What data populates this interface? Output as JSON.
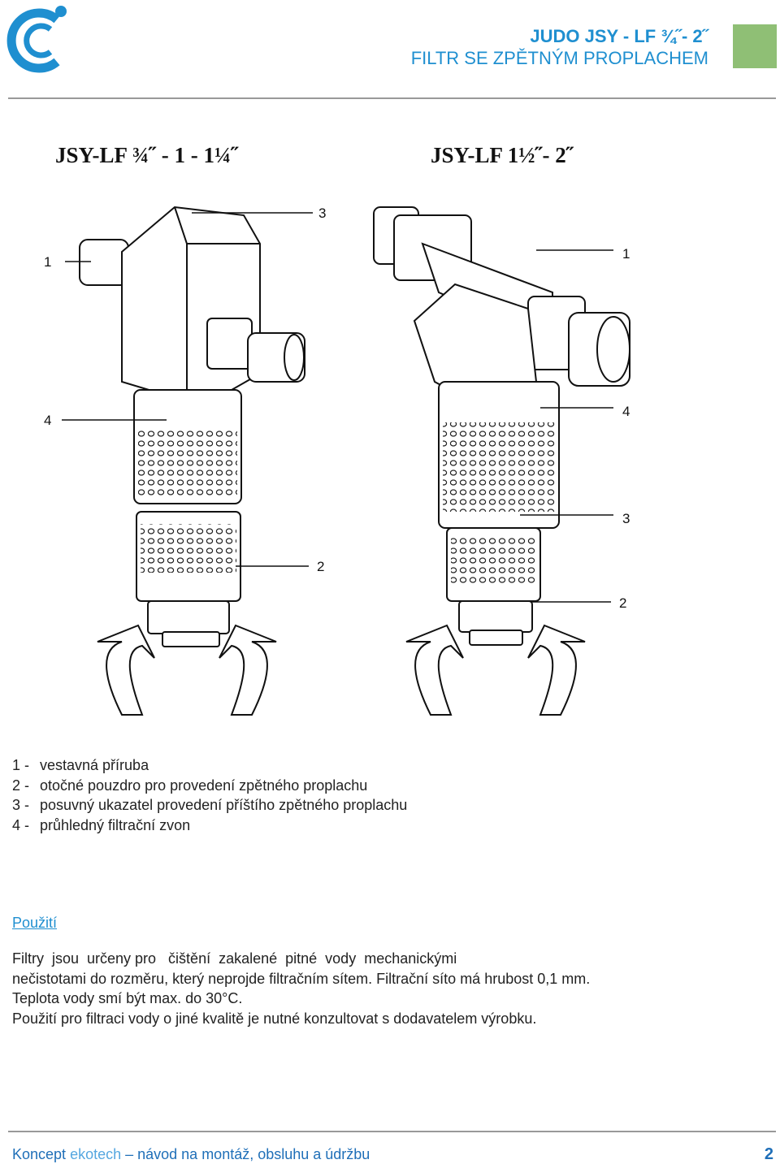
{
  "header": {
    "title_line1": "JUDO  JSY - LF  ¾˝- 2˝",
    "title_line2": "FILTR SE ZPĚTNÝM PROPLACHEM"
  },
  "figures": {
    "left_title": "JSY-LF  ¾˝ - 1 - 1¼˝",
    "right_title": "JSY-LF 1½˝- 2˝",
    "left_callouts": [
      "1",
      "3",
      "4",
      "2"
    ],
    "right_callouts": [
      "1",
      "4",
      "3",
      "2"
    ]
  },
  "legend": [
    {
      "num": "1 -",
      "text": "vestavná příruba"
    },
    {
      "num": "2 -",
      "text": "otočné pouzdro pro provedení zpětného proplachu"
    },
    {
      "num": "3 -",
      "text": "posuvný ukazatel provedení příštího zpětného proplachu"
    },
    {
      "num": "4 -",
      "text": "průhledný filtrační zvon"
    }
  ],
  "usage": {
    "title": "Použití",
    "lines": [
      "Filtry  jsou  určeny pro   čištění  zakalené  pitné  vody  mechanickými",
      "nečistotami do rozměru, který neprojde filtračním sítem. Filtrační síto má hrubost 0,1 mm.",
      "Teplota vody smí být max. do 30°C.",
      "Použití pro filtraci vody o jiné kvalitě je nutné konzultovat s dodavatelem výrobku."
    ]
  },
  "footer": {
    "prefix": "Koncept ",
    "brand": "ekotech",
    "suffix": " – návod na montáž, obsluhu a údržbu",
    "page": "2"
  },
  "colors": {
    "accent": "#1f8fd0",
    "green_box": "#8fbf75"
  }
}
